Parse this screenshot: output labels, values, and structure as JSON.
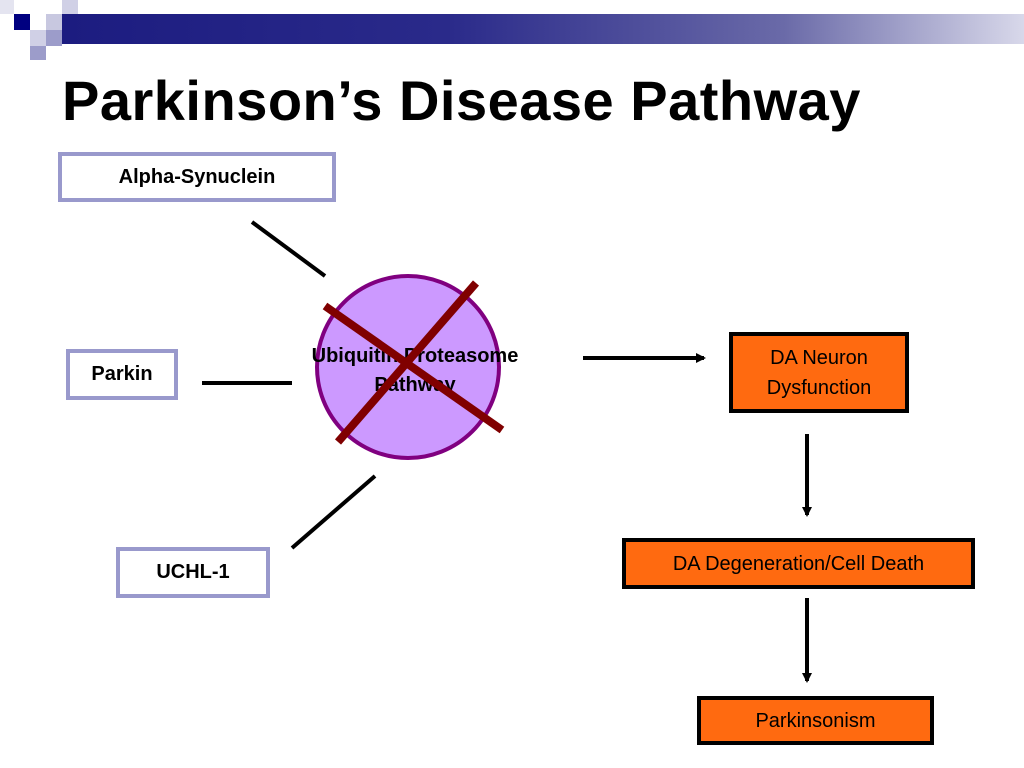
{
  "slide": {
    "title": "Parkinson’s Disease Pathway"
  },
  "genes": [
    {
      "label": "Alpha-Synuclein"
    },
    {
      "label": "Parkin"
    },
    {
      "label": "UCHL-1"
    }
  ],
  "center": {
    "label_line1": "Ubiquitin Proteasome",
    "label_line2": "Pathway",
    "status": "blocked"
  },
  "outcomes": [
    {
      "line1": "DA Neuron",
      "line2": "Dysfunction"
    },
    {
      "line1": "DA Degeneration/Cell Death"
    },
    {
      "line1": "Parkinsonism"
    }
  ],
  "colors": {
    "gene_border": "#9999cc",
    "center_fill": "#cc99ff",
    "center_border": "#800080",
    "cross": "#800000",
    "outcome_fill": "#ff6a10"
  }
}
